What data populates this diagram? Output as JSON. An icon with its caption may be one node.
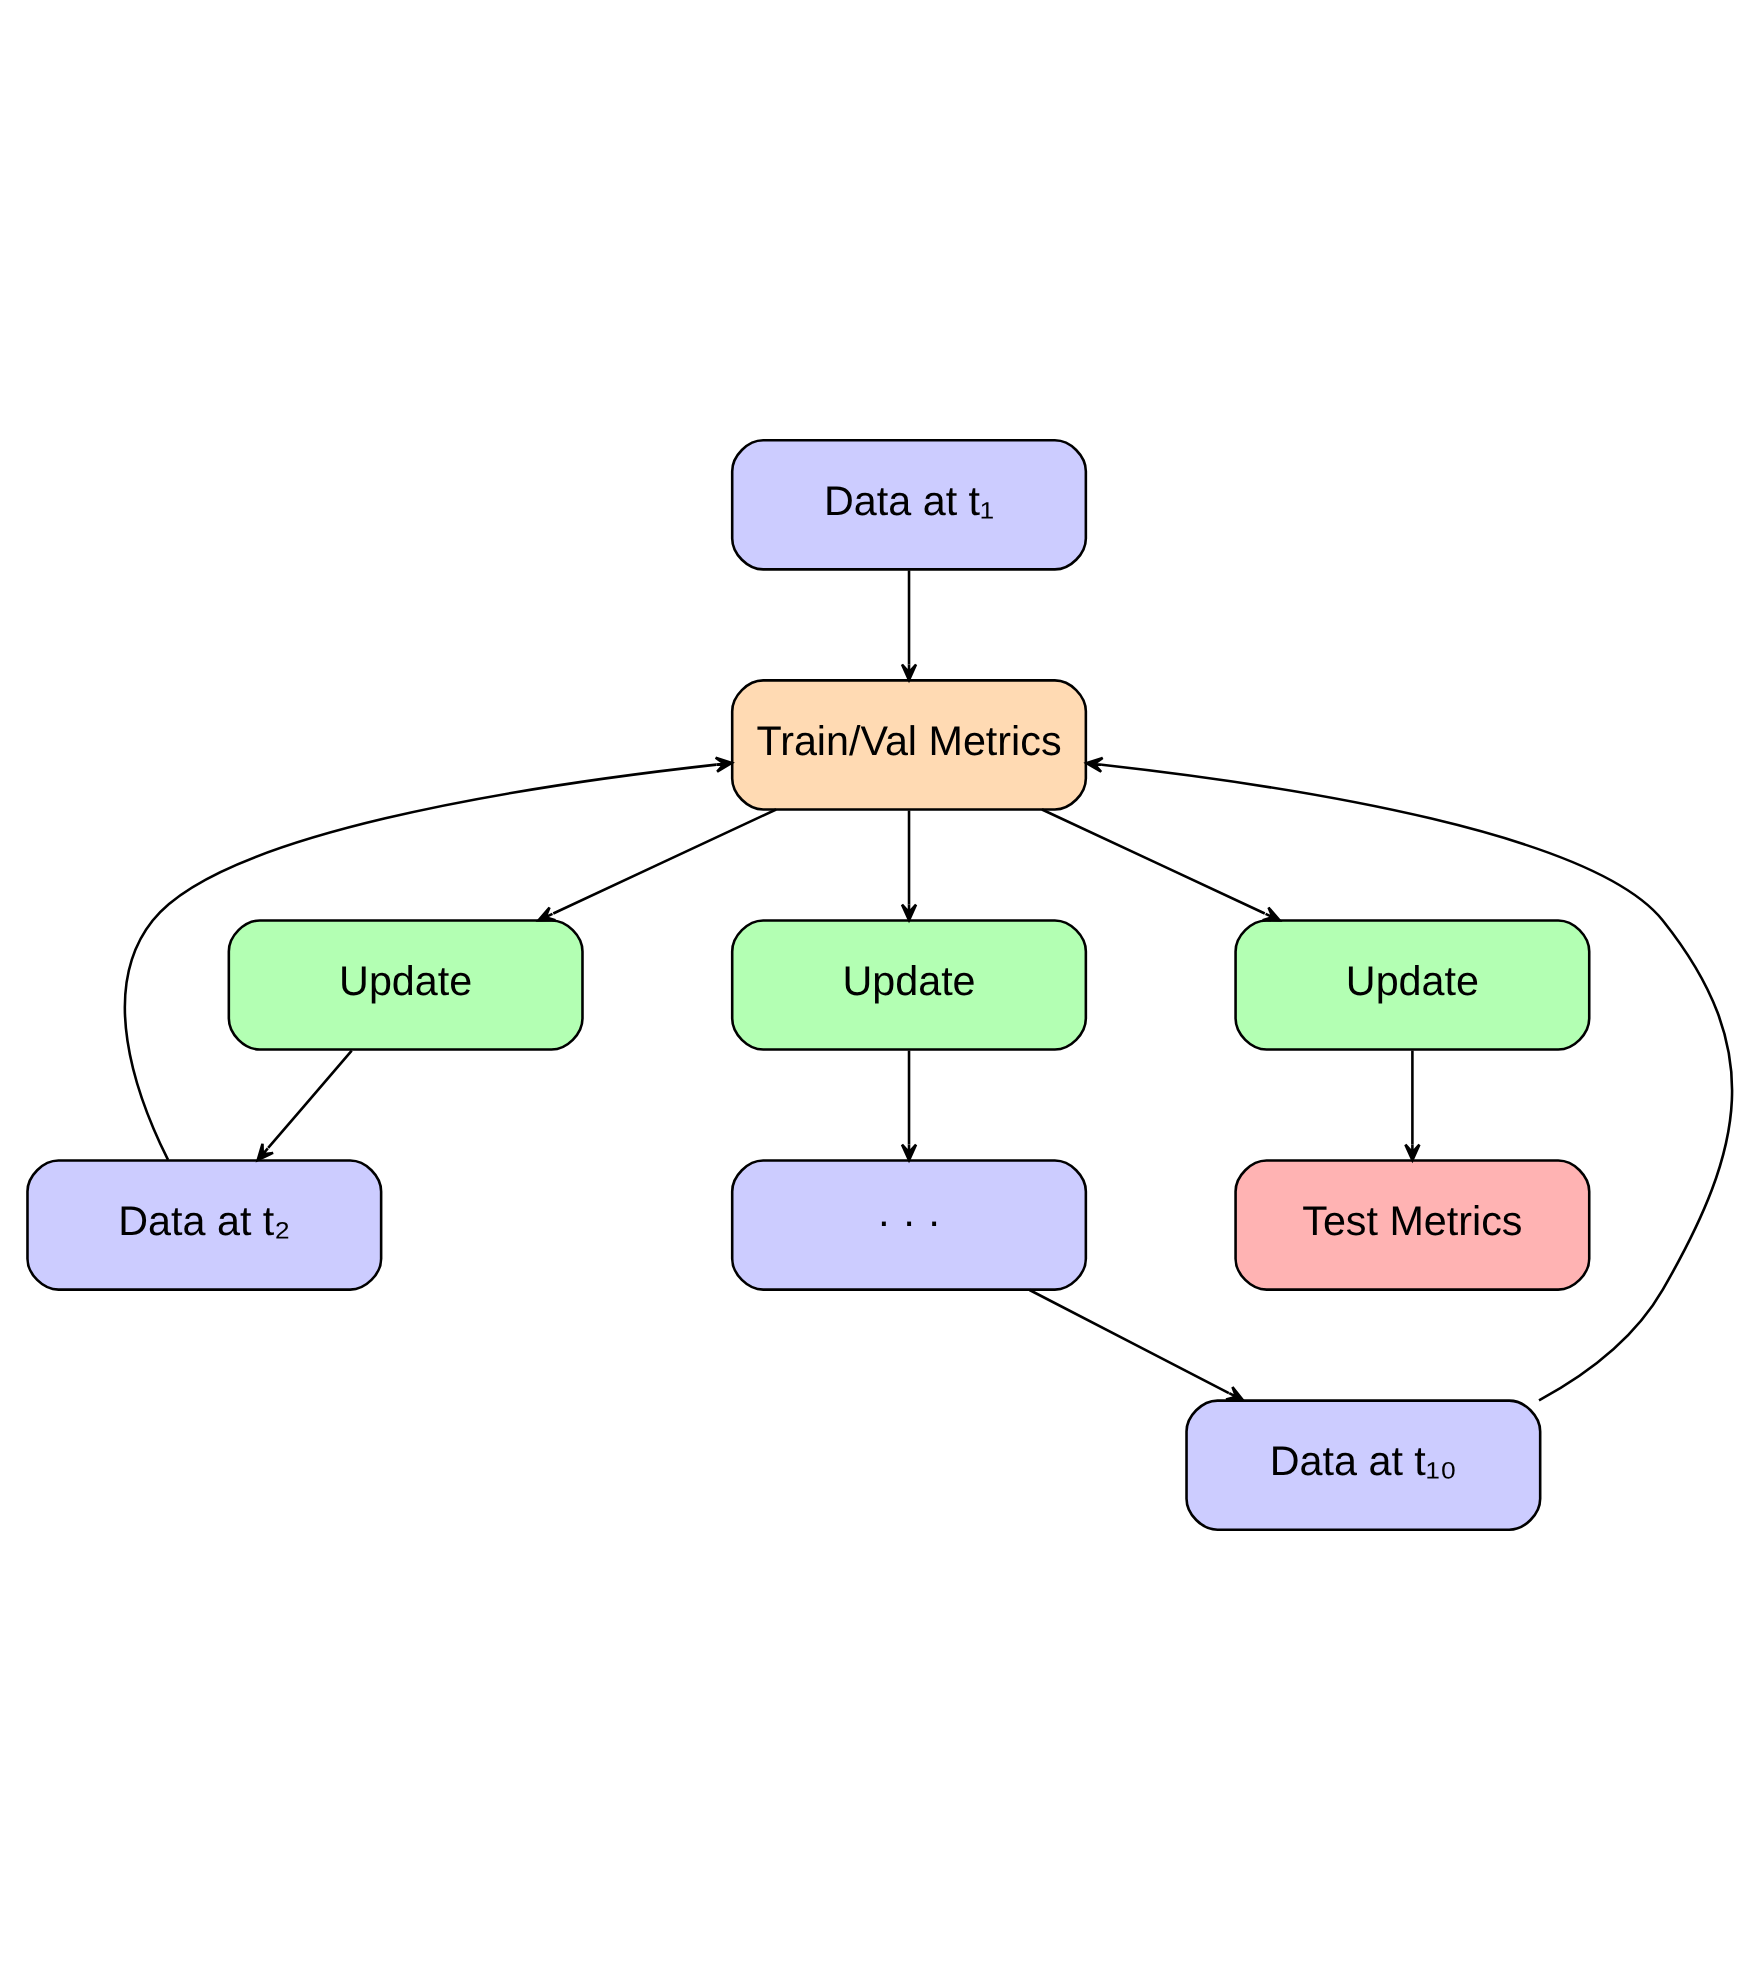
{
  "diagram": {
    "nodes": [
      {
        "text": [
          "Data at t₁"
        ]
      },
      {
        "text": [
          "Update"
        ]
      },
      {
        "text": [
          "Data at t₂"
        ]
      },
      {
        "text": [
          "Train/Val Metrics"
        ]
      },
      {
        "text": [
          "Update"
        ]
      },
      {
        "text": [
          "· · ·"
        ]
      },
      {
        "text": [
          "Test Metrics"
        ]
      },
      {
        "text": [
          "Data at t₁₀"
        ]
      },
      {
        "text": [
          "Update"
        ]
      }
    ],
    "edges": [
      {
        "from": 0,
        "to": 3,
        "arrow": "to"
      },
      {
        "from": 3,
        "to": 1,
        "arrow": "to"
      },
      {
        "from": 1,
        "to": 2,
        "arrow": "to"
      },
      {
        "from": 2,
        "to": 3,
        "arrow": "to"
      },
      {
        "from": 3,
        "to": 4,
        "arrow": "to"
      },
      {
        "from": 4,
        "to": 5,
        "arrow": "to"
      },
      {
        "from": 5,
        "to": 7,
        "arrow": "to"
      },
      {
        "from": 7,
        "to": 3,
        "arrow": "to"
      },
      {
        "from": 3,
        "to": 8,
        "arrow": "to"
      },
      {
        "from": 8,
        "to": 6,
        "arrow": "to"
      }
    ]
  }
}
